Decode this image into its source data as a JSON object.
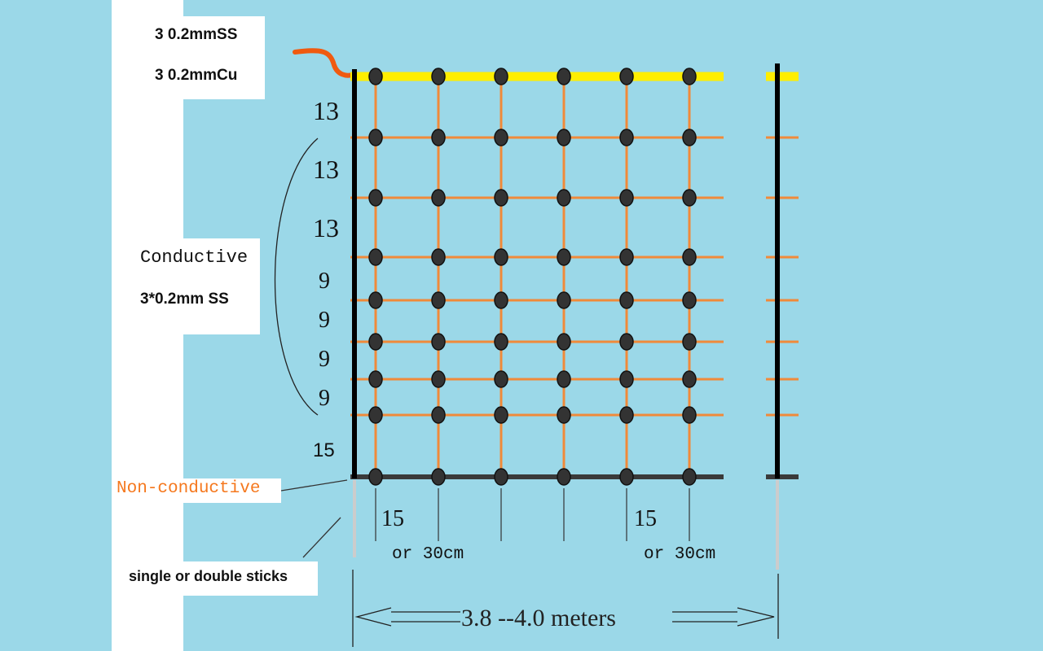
{
  "labels": {
    "top_ss": "3 0.2mmSS",
    "top_cu": "3 0.2mmCu",
    "conductive_title": "Conductive",
    "conductive_spec": "3*0.2mm SS",
    "non_conductive": "Non-conductive",
    "sticks": "single or double sticks",
    "span": "3.8 --4.0 meters"
  },
  "spacing_labels": [
    "13",
    "13",
    "13",
    "9",
    "9",
    "9",
    "9",
    "15"
  ],
  "post_spacing": {
    "left_value": "15",
    "left_unit": "or 30cm",
    "right_value": "15",
    "right_unit": "or 30cm"
  },
  "colors": {
    "background": "#9bd8e8",
    "top_wire": "#ffee00",
    "conductive_wire": "#f08a3a",
    "bottom_wire": "#3a3a3a",
    "lead_wire": "#f05a10",
    "post": "#000000",
    "stick": "#cccccc",
    "non_conductive_text": "#f5781e"
  }
}
